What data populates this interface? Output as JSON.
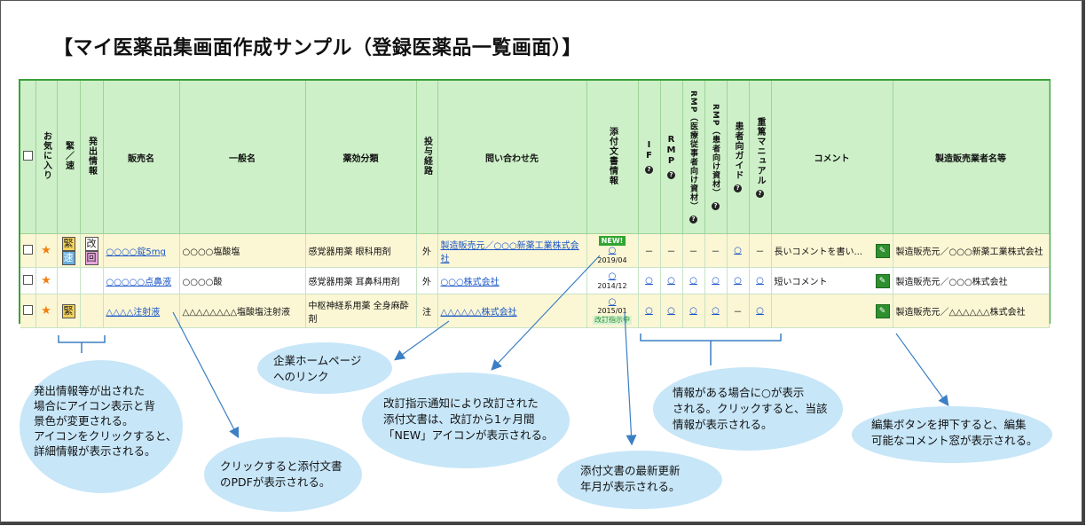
{
  "title": "【マイ医薬品集画面作成サンプル（登録医薬品一覧画面）】",
  "headers": {
    "fav": "お気に入り",
    "kin_soku": "緊／速",
    "hasshutsu": "発出情報",
    "hanbaimei": "販売名",
    "ippanmei": "一般名",
    "yakkou": "薬効分類",
    "toyo": "投与経路",
    "toiawase": "問い合わせ先",
    "tenpu": "添付文書情報",
    "if": "IF",
    "rmp": "RMP",
    "rmp_iryo": "RMP（医療従事者向け資材）",
    "rmp_kanja": "RMP（患者向け資材）",
    "kanja_guide": "患者向ガイド",
    "juutoku": "重篤マニュアル",
    "comment": "コメント",
    "maker": "製造販売業者名等"
  },
  "rows": [
    {
      "kin": "緊",
      "soku": "速",
      "kai": "改",
      "kai2": "回",
      "hanbaimei": "○○○○錠5mg",
      "ippanmei": "○○○○塩酸塩",
      "yakkou": "感覚器用薬 眼科用剤",
      "toyo": "外",
      "toiawase": "製造販売元／○○○新薬工業株式会社",
      "new_badge": "NEW!",
      "tenpu_mark": "○",
      "tenpu_date": "2019/04",
      "if": "－",
      "rmp": "－",
      "rmp_iryo": "－",
      "rmp_kanja": "－",
      "kanja_guide": "○",
      "juutoku": "－",
      "comment": "長いコメントを書い...",
      "edit": "✎",
      "maker": "製造販売元／○○○新薬工業株式会社"
    },
    {
      "hanbaimei": "○○○○○点鼻液",
      "ippanmei": "○○○○酸",
      "yakkou": "感覚器用薬 耳鼻科用剤",
      "toyo": "外",
      "toiawase": "○○○株式会社",
      "tenpu_mark": "○",
      "tenpu_date": "2014/12",
      "if": "○",
      "rmp": "○",
      "rmp_iryo": "○",
      "rmp_kanja": "○",
      "kanja_guide": "○",
      "juutoku": "○",
      "comment": "短いコメント",
      "edit": "✎",
      "maker": "製造販売元／○○○株式会社"
    },
    {
      "kin": "緊",
      "hanbaimei": "△△△△注射液",
      "ippanmei": "△△△△△△△△塩酸塩注射液",
      "yakkou": "中枢神経系用薬 全身麻酔剤",
      "toyo": "注",
      "toiawase": "△△△△△△株式会社",
      "tenpu_mark": "○",
      "tenpu_date": "2015/01",
      "kaitei_badge": "改訂指示中",
      "if": "○",
      "rmp": "○",
      "rmp_iryo": "○",
      "rmp_kanja": "○",
      "kanja_guide": "－",
      "juutoku": "○",
      "comment": "",
      "edit": "✎",
      "maker": "製造販売元／△△△△△△株式会社"
    }
  ],
  "star": "★",
  "help_icon": "?",
  "callouts": {
    "hasshutsu": [
      "発出情報等が出された",
      "場合にアイコン表示と背",
      "景色が変更される。",
      "アイコンをクリックすると、",
      "詳細情報が表示される。"
    ],
    "pdf": [
      "クリックすると添付文書",
      "のPDFが表示される。"
    ],
    "homepage": [
      "企業ホームページ",
      "へのリンク"
    ],
    "new": [
      "改訂指示通知により改訂された",
      "添付文書は、改訂から1ヶ月間",
      "「NEW」アイコンが表示される。"
    ],
    "update": [
      "添付文書の最新更新",
      "年月が表示される。"
    ],
    "info": [
      "情報がある場合に○が表示",
      "される。クリックすると、当該",
      "情報が表示される。"
    ],
    "edit": [
      "編集ボタンを押下すると、編集",
      "可能なコメント窓が表示される。"
    ]
  },
  "colors": {
    "header_bg": "#cdf0c8",
    "table_border": "#3aa13a",
    "highlight_row": "#fbf6d4",
    "bubble": "#c7e6f8",
    "arrow": "#3b7fc4"
  }
}
